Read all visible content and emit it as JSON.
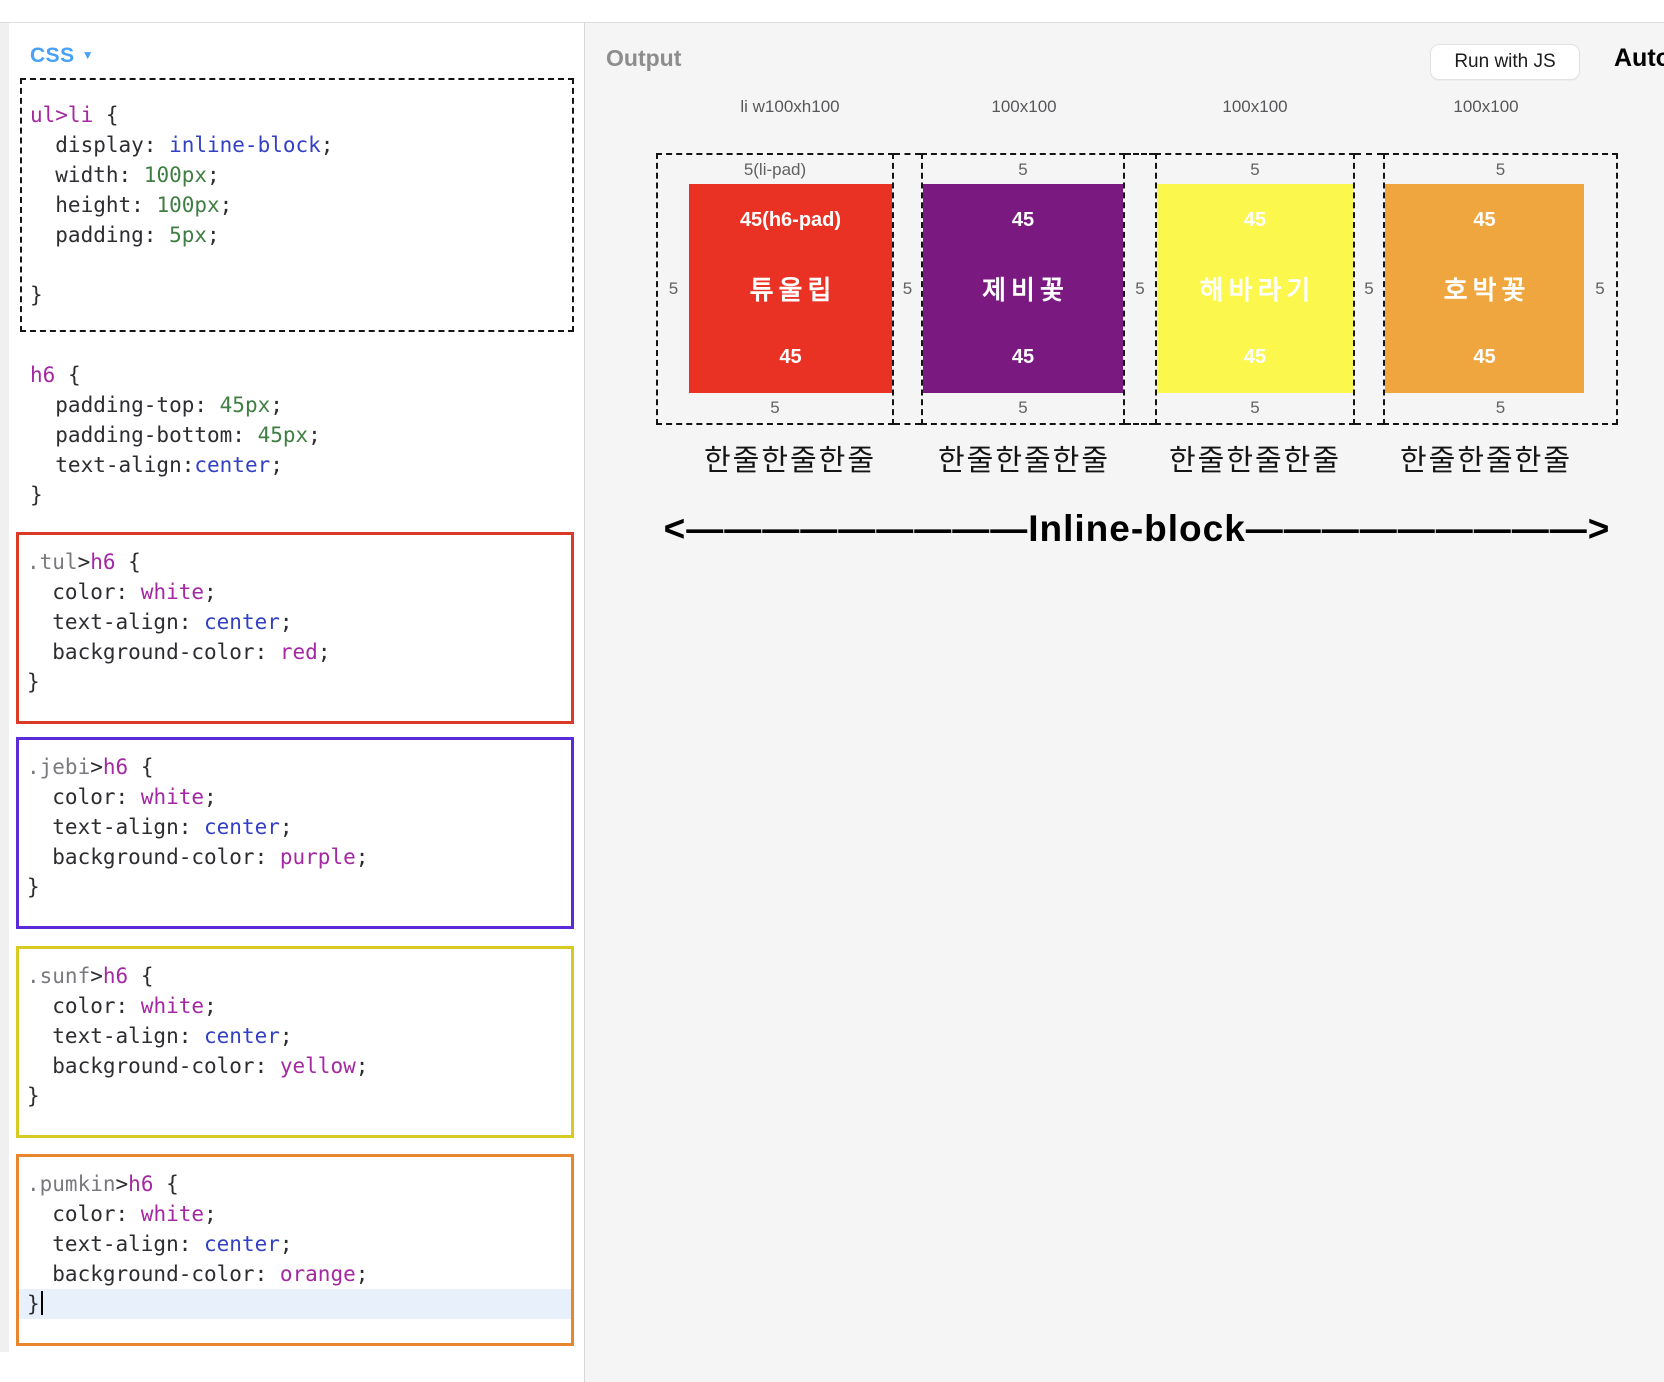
{
  "editor": {
    "panel_label": "CSS",
    "blocks": [
      {
        "name": "rule-ul-li",
        "border": "b-dashed",
        "lines": [
          [
            [
              "sel",
              "ul>li"
            ],
            [
              "pln",
              " {"
            ]
          ],
          [
            [
              "pln",
              "  display: "
            ],
            [
              "kw",
              "inline-block"
            ],
            [
              "pln",
              ";"
            ]
          ],
          [
            [
              "pln",
              "  width: "
            ],
            [
              "num",
              "100px"
            ],
            [
              "pln",
              ";"
            ]
          ],
          [
            [
              "pln",
              "  height: "
            ],
            [
              "num",
              "100px"
            ],
            [
              "pln",
              ";"
            ]
          ],
          [
            [
              "pln",
              "  padding: "
            ],
            [
              "num",
              "5px"
            ],
            [
              "pln",
              ";"
            ]
          ],
          [],
          [
            [
              "pln",
              "}"
            ]
          ]
        ]
      },
      {
        "name": "rule-h6",
        "border": "b-none",
        "lines": [
          [
            [
              "sel",
              "h6"
            ],
            [
              "pln",
              " {"
            ]
          ],
          [
            [
              "pln",
              "  padding-top: "
            ],
            [
              "num",
              "45px"
            ],
            [
              "pln",
              ";"
            ]
          ],
          [
            [
              "pln",
              "  padding-bottom: "
            ],
            [
              "num",
              "45px"
            ],
            [
              "pln",
              ";"
            ]
          ],
          [
            [
              "pln",
              "  text-align:"
            ],
            [
              "kw",
              "center"
            ],
            [
              "pln",
              ";"
            ]
          ],
          [
            [
              "pln",
              "}"
            ]
          ]
        ]
      },
      {
        "name": "rule-tul",
        "border": "b-red",
        "lines": [
          [
            [
              "cls",
              ".tul"
            ],
            [
              "pln",
              ">"
            ],
            [
              "sel",
              "h6"
            ],
            [
              "pln",
              " {"
            ]
          ],
          [
            [
              "pln",
              "  color: "
            ],
            [
              "val",
              "white"
            ],
            [
              "pln",
              ";"
            ]
          ],
          [
            [
              "pln",
              "  text-align: "
            ],
            [
              "kw",
              "center"
            ],
            [
              "pln",
              ";"
            ]
          ],
          [
            [
              "pln",
              "  background-color: "
            ],
            [
              "val",
              "red"
            ],
            [
              "pln",
              ";"
            ]
          ],
          [
            [
              "pln",
              "}"
            ]
          ]
        ]
      },
      {
        "name": "rule-jebi",
        "border": "b-purple",
        "lines": [
          [
            [
              "cls",
              ".jebi"
            ],
            [
              "pln",
              ">"
            ],
            [
              "sel",
              "h6"
            ],
            [
              "pln",
              " {"
            ]
          ],
          [
            [
              "pln",
              "  color: "
            ],
            [
              "val",
              "white"
            ],
            [
              "pln",
              ";"
            ]
          ],
          [
            [
              "pln",
              "  text-align: "
            ],
            [
              "kw",
              "center"
            ],
            [
              "pln",
              ";"
            ]
          ],
          [
            [
              "pln",
              "  background-color: "
            ],
            [
              "val",
              "purple"
            ],
            [
              "pln",
              ";"
            ]
          ],
          [
            [
              "pln",
              "}"
            ]
          ]
        ]
      },
      {
        "name": "rule-sunf",
        "border": "b-yellow",
        "lines": [
          [
            [
              "cls",
              ".sunf"
            ],
            [
              "pln",
              ">"
            ],
            [
              "sel",
              "h6"
            ],
            [
              "pln",
              " {"
            ]
          ],
          [
            [
              "pln",
              "  color: "
            ],
            [
              "val",
              "white"
            ],
            [
              "pln",
              ";"
            ]
          ],
          [
            [
              "pln",
              "  text-align: "
            ],
            [
              "kw",
              "center"
            ],
            [
              "pln",
              ";"
            ]
          ],
          [
            [
              "pln",
              "  background-color: "
            ],
            [
              "val",
              "yellow"
            ],
            [
              "pln",
              ";"
            ]
          ],
          [
            [
              "pln",
              "}"
            ]
          ]
        ]
      },
      {
        "name": "rule-pumkin",
        "border": "b-orange",
        "cursor_line": 4,
        "lines": [
          [
            [
              "cls",
              ".pumkin"
            ],
            [
              "pln",
              ">"
            ],
            [
              "sel",
              "h6"
            ],
            [
              "pln",
              " {"
            ]
          ],
          [
            [
              "pln",
              "  color: "
            ],
            [
              "val",
              "white"
            ],
            [
              "pln",
              ";"
            ]
          ],
          [
            [
              "pln",
              "  text-align: "
            ],
            [
              "kw",
              "center"
            ],
            [
              "pln",
              ";"
            ]
          ],
          [
            [
              "pln",
              "  background-color: "
            ],
            [
              "val",
              "orange"
            ],
            [
              "pln",
              ";"
            ]
          ],
          [
            [
              "pln",
              "}"
            ]
          ]
        ]
      }
    ]
  },
  "output": {
    "title": "Output",
    "run_button_label": "Run with JS",
    "auto_label": "Auto",
    "diagram": {
      "items": [
        {
          "header": "li w100xh100",
          "top_label": "5(li-pad)",
          "left_label": "5",
          "right_label": null,
          "bottom_label": "5",
          "box_color": "#e93223",
          "pad_top_label": "45(h6-pad)",
          "flower_name": "튜울립",
          "pad_bottom_label": "45",
          "caption": "한줄한줄한줄"
        },
        {
          "header": "100x100",
          "top_label": "5",
          "left_label": null,
          "right_label": null,
          "bottom_label": "5",
          "box_color": "#7a1a80",
          "pad_top_label": "45",
          "flower_name": "제비꽃",
          "pad_bottom_label": "45",
          "caption": "한줄한줄한줄"
        },
        {
          "header": "100x100",
          "top_label": "5",
          "left_label": null,
          "right_label": null,
          "bottom_label": "5",
          "box_color": "#fbf74c",
          "pad_top_label": "45",
          "flower_name": "해바라기",
          "pad_bottom_label": "45",
          "caption": "한줄한줄한줄"
        },
        {
          "header": "100x100",
          "top_label": "5",
          "left_label": null,
          "right_label": "5",
          "bottom_label": "5",
          "box_color": "#f0a63e",
          "pad_top_label": "45",
          "flower_name": "호박꽃",
          "pad_bottom_label": "45",
          "caption": "한줄한줄한줄"
        }
      ],
      "gap_labels": [
        "5",
        "5",
        "5"
      ],
      "arrow_text": "<—————————Inline-block—————————>"
    }
  }
}
